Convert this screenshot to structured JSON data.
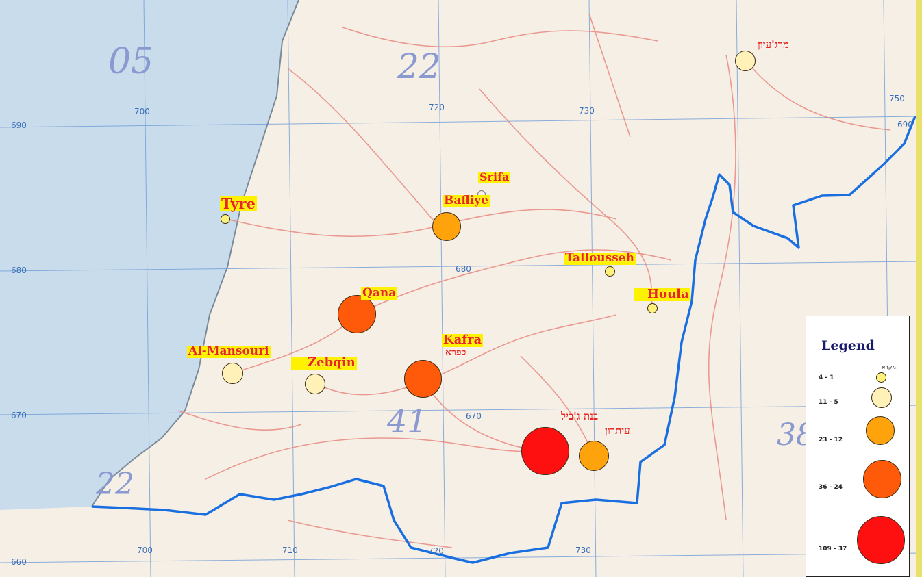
{
  "grid_labels": {
    "sheet_top_left": "05",
    "sheet_top_center": "22",
    "sheet_bottom_center": "41",
    "sheet_bottom_left": "22",
    "sheet_right": "38",
    "easting_700": "700",
    "easting_720": "720",
    "easting_730": "730",
    "easting_750": "750",
    "northing_690_left": "690",
    "northing_690_right": "690",
    "northing_680": "680",
    "northing_670": "670",
    "northing_660": "660",
    "bottom_700": "700",
    "bottom_710": "710",
    "bottom_720": "720",
    "bottom_730": "730",
    "center_670": "670",
    "center_680": "680"
  },
  "places": [
    {
      "id": "marj-ayoun",
      "label": "מרג'עיון",
      "hebrew": true,
      "range": "11 - 5",
      "color": "#fff1b8"
    },
    {
      "id": "srifa",
      "label": "Srifa",
      "hebrew": false,
      "range": "",
      "color": ""
    },
    {
      "id": "tyre",
      "label": "Tyre",
      "hebrew": false,
      "range": "4 - 1",
      "color": "#fff27a"
    },
    {
      "id": "bafliye",
      "label": "Bafliye",
      "hebrew": false,
      "range": "23 - 12",
      "color": "#ffa30d"
    },
    {
      "id": "tallousseh",
      "label": "Tallousseh",
      "hebrew": false,
      "range": "4 - 1",
      "color": "#fff27a"
    },
    {
      "id": "houla",
      "label": "Houla",
      "hebrew": false,
      "range": "4 - 1",
      "color": "#fff27a"
    },
    {
      "id": "qana",
      "label": "Qana",
      "hebrew": false,
      "range": "36 - 24",
      "color": "#ff5a0a"
    },
    {
      "id": "kafra",
      "label": "Kafra",
      "hebrew": false,
      "range": "36 - 24",
      "color": "#ff5a0a"
    },
    {
      "id": "kafra-heb",
      "label": "כפרא",
      "hebrew": true,
      "range": "",
      "color": ""
    },
    {
      "id": "al-mansouri",
      "label": "Al-Mansouri",
      "hebrew": false,
      "range": "11 - 5",
      "color": "#fff1b8"
    },
    {
      "id": "zebqin",
      "label": "Zebqin",
      "hebrew": false,
      "range": "11 - 5",
      "color": "#fff1b8"
    },
    {
      "id": "bint-jbeil",
      "label": "בנת ג'ביל",
      "hebrew": true,
      "range": "109 - 37",
      "color": "#ff1010"
    },
    {
      "id": "aitaroun",
      "label": "עיתרון",
      "hebrew": true,
      "range": "23 - 12",
      "color": "#ffa30d"
    }
  ],
  "legend": {
    "title": "Legend",
    "subtitle": "מקרא:",
    "items": [
      {
        "range": "4 - 1",
        "color": "#fff27a"
      },
      {
        "range": "11 - 5",
        "color": "#fff1b8"
      },
      {
        "range": "23 - 12",
        "color": "#ffa30d"
      },
      {
        "range": "36 - 24",
        "color": "#ff5a0a"
      },
      {
        "range": "109 - 37",
        "color": "#ff1010"
      }
    ]
  },
  "colors": {
    "sea": "#c9dcec",
    "land": "#f6efe6",
    "border_line": "#1a6fe0",
    "label_text": "#e8281e",
    "label_bg": "#fff200",
    "legend_title": "#1a1a6e"
  }
}
